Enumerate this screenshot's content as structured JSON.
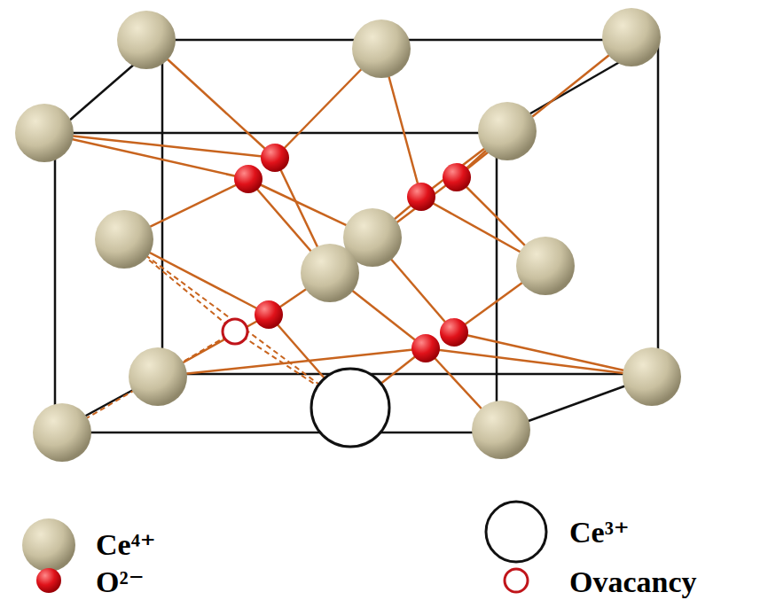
{
  "diagram": {
    "legend": [
      {
        "text": "Ce⁴⁺",
        "color": "#c9c0a0"
      },
      {
        "text": "O²⁻",
        "color": "#e0121a"
      },
      {
        "text": "Ce³⁺",
        "color": "#ffffff"
      },
      {
        "text": "Ovacancy"
      }
    ]
  }
}
